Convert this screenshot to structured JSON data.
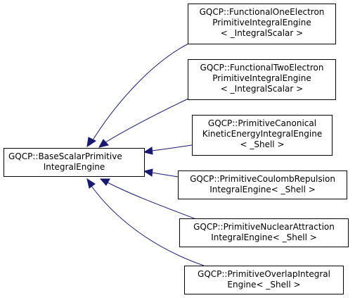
{
  "colors": {
    "edge": "#191970",
    "node_border": "#000000",
    "node_fill": "#ffffff",
    "text": "#000000"
  },
  "base": {
    "lines": [
      "GQCP::BaseScalarPrimitive",
      "IntegralEngine"
    ]
  },
  "derived": [
    {
      "lines": [
        "GQCP::FunctionalOneElectron",
        "PrimitiveIntegralEngine",
        "< _IntegralScalar >"
      ]
    },
    {
      "lines": [
        "GQCP::FunctionalTwoElectron",
        "PrimitiveIntegralEngine",
        "< _IntegralScalar >"
      ]
    },
    {
      "lines": [
        "GQCP::PrimitiveCanonical",
        "KineticEnergyIntegralEngine",
        "< _Shell >"
      ]
    },
    {
      "lines": [
        "GQCP::PrimitiveCoulombRepulsion",
        "IntegralEngine< _Shell >"
      ]
    },
    {
      "lines": [
        "GQCP::PrimitiveNuclearAttraction",
        "IntegralEngine< _Shell >"
      ]
    },
    {
      "lines": [
        "GQCP::PrimitiveOverlapIntegral",
        "Engine< _Shell >"
      ]
    }
  ]
}
